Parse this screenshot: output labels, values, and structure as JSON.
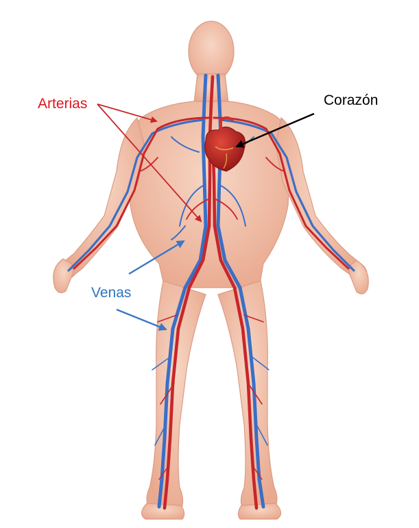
{
  "labels": {
    "arteries": "Arterias",
    "heart": "Corazón",
    "veins": "Venas"
  },
  "colors": {
    "arteries_label": "#e0141d",
    "heart_label": "#000000",
    "veins_label": "#2a74c2",
    "artery": "#c8262a",
    "vein": "#3a6fc6",
    "skin": "#f2c4ad",
    "heart": "#b41f22"
  }
}
